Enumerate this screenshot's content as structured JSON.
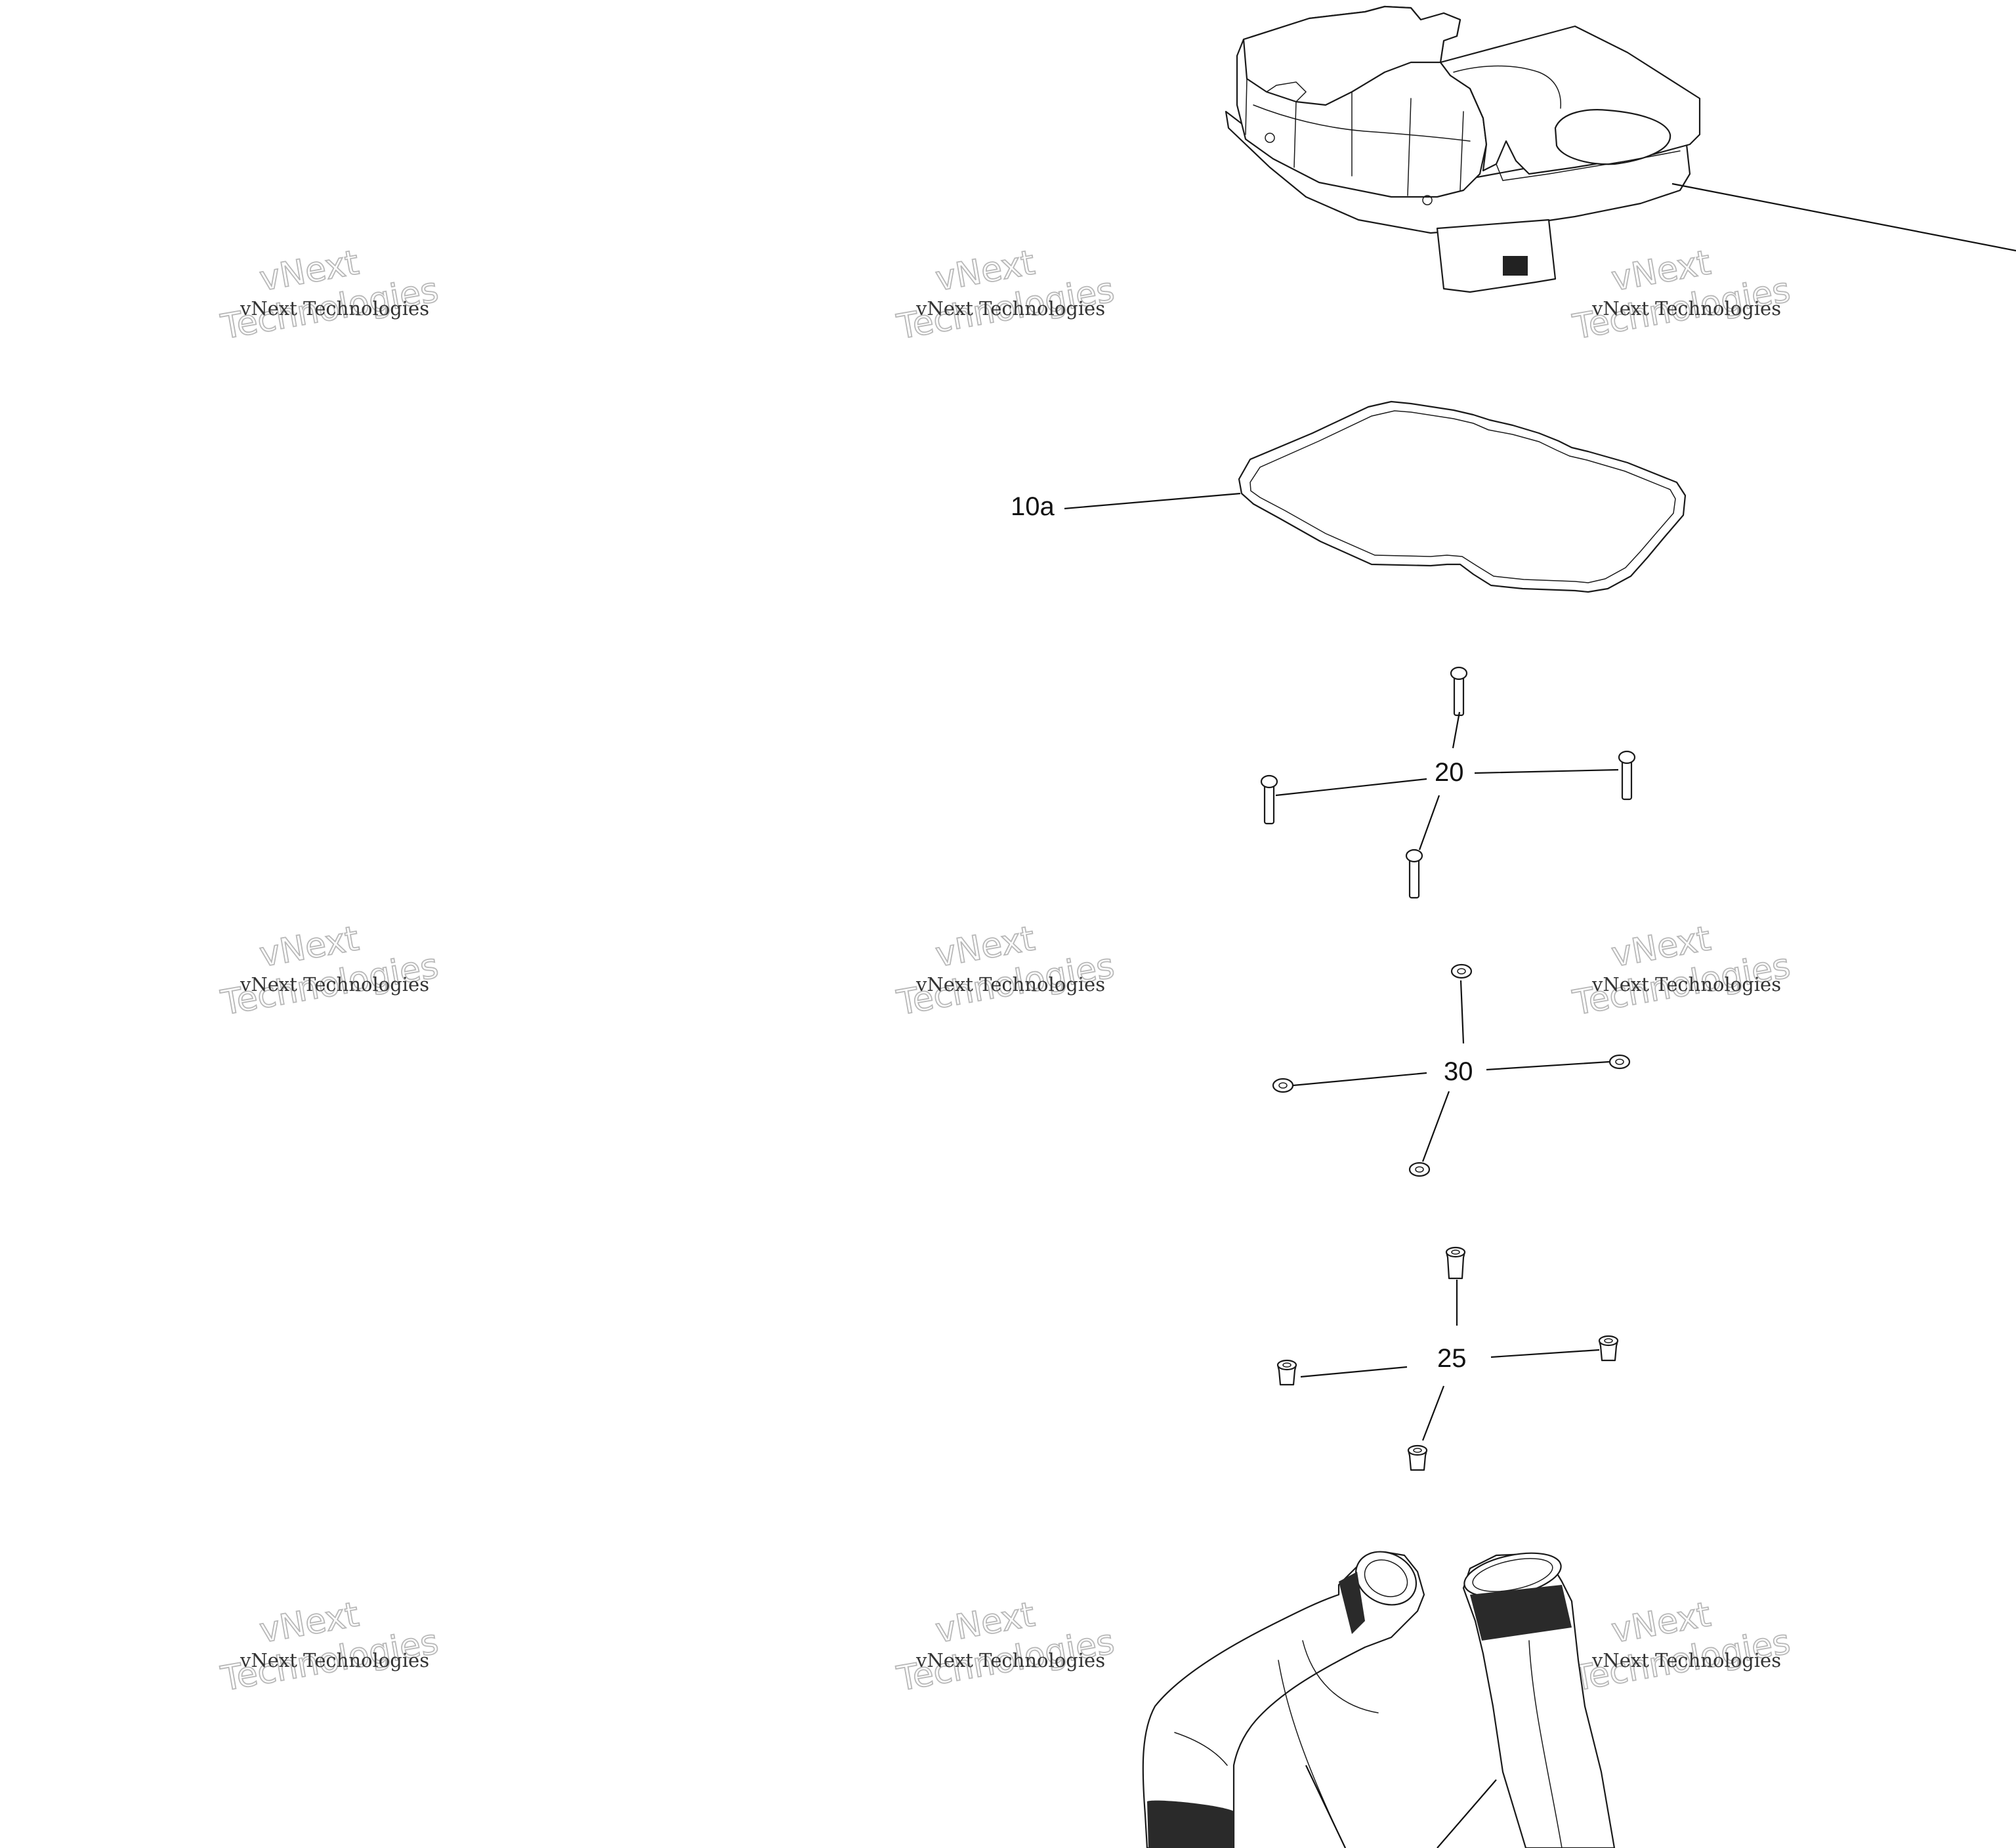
{
  "diagram": {
    "callouts": [
      {
        "id": "10a",
        "text": "10a"
      },
      {
        "id": "20",
        "text": "20"
      },
      {
        "id": "30",
        "text": "30"
      },
      {
        "id": "25",
        "text": "25"
      }
    ]
  },
  "watermark": {
    "line_small": "vNext Technologies",
    "line_big_1": "vNext",
    "line_big_2": "Technologies"
  },
  "colors": {
    "line": "#1a1a1a",
    "watermark": "#b8b8b8",
    "background": "#ffffff"
  }
}
